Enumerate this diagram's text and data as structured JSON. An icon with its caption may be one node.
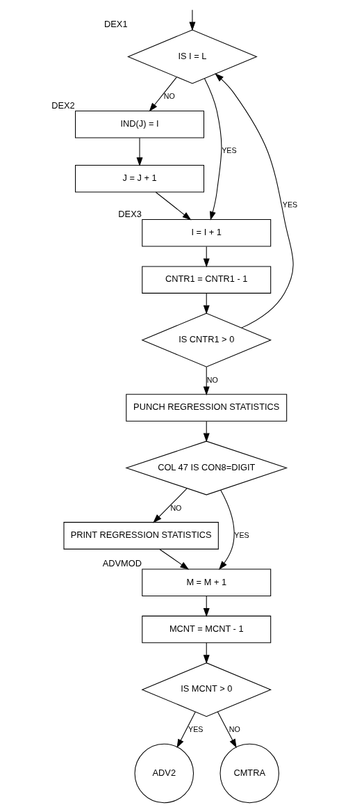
{
  "diagram": {
    "nodes": [
      {
        "text": [
          "IS I = L"
        ],
        "beside": [
          "DEX1"
        ]
      },
      {
        "text": [
          "IND(J) = I"
        ],
        "beside": [
          "DEX2"
        ]
      },
      {
        "text": [
          "J = J + 1"
        ]
      },
      {
        "text": [
          "I = I + 1"
        ],
        "beside": [
          "DEX3"
        ]
      },
      {
        "text": [
          "CNTR1 = CNTR1 - 1"
        ]
      },
      {
        "text": [
          "IS CNTR1 > 0"
        ]
      },
      {
        "text": [
          "PUNCH REGRESSION STATISTICS"
        ]
      },
      {
        "text": [
          "COL 47 IS CON8=DIGIT"
        ]
      },
      {
        "text": [
          "PRINT REGRESSION STATISTICS"
        ]
      },
      {
        "text": [
          "M = M + 1"
        ],
        "beside": [
          "ADVMOD"
        ]
      },
      {
        "text": [
          "MCNT = MCNT - 1"
        ]
      },
      {
        "text": [
          "IS MCNT > 0"
        ]
      },
      {
        "text": [
          "ADV2"
        ]
      },
      {
        "text": [
          "CMTRA"
        ]
      }
    ],
    "edges": [
      {
        "from": 0,
        "to": 1,
        "arrow": "to",
        "label": "NO"
      },
      {
        "from": 1,
        "to": 2,
        "arrow": "to"
      },
      {
        "from": 2,
        "to": 3,
        "arrow": "to"
      },
      {
        "from": 0,
        "to": 3,
        "arrow": "to",
        "label": "YES"
      },
      {
        "from": 3,
        "to": 4,
        "arrow": "to"
      },
      {
        "from": 4,
        "to": 5,
        "arrow": "to"
      },
      {
        "from": 5,
        "to": 0,
        "arrow": "to",
        "label": "YES"
      },
      {
        "from": 5,
        "to": 6,
        "arrow": "to",
        "label": "NO"
      },
      {
        "from": 6,
        "to": 7,
        "arrow": "to"
      },
      {
        "from": 7,
        "to": 8,
        "arrow": "to",
        "label": "NO"
      },
      {
        "from": 7,
        "to": 9,
        "arrow": "to",
        "label": "YES"
      },
      {
        "from": 8,
        "to": 9,
        "arrow": "to"
      },
      {
        "from": 9,
        "to": 10,
        "arrow": "to"
      },
      {
        "from": null,
        "to": 0,
        "arrow": "to"
      },
      {
        "from": 10,
        "to": 11,
        "arrow": "to"
      },
      {
        "from": 11,
        "to": 12,
        "arrow": "to",
        "label": "YES"
      },
      {
        "from": 11,
        "to": 13,
        "arrow": "to",
        "label": "NO"
      }
    ]
  }
}
